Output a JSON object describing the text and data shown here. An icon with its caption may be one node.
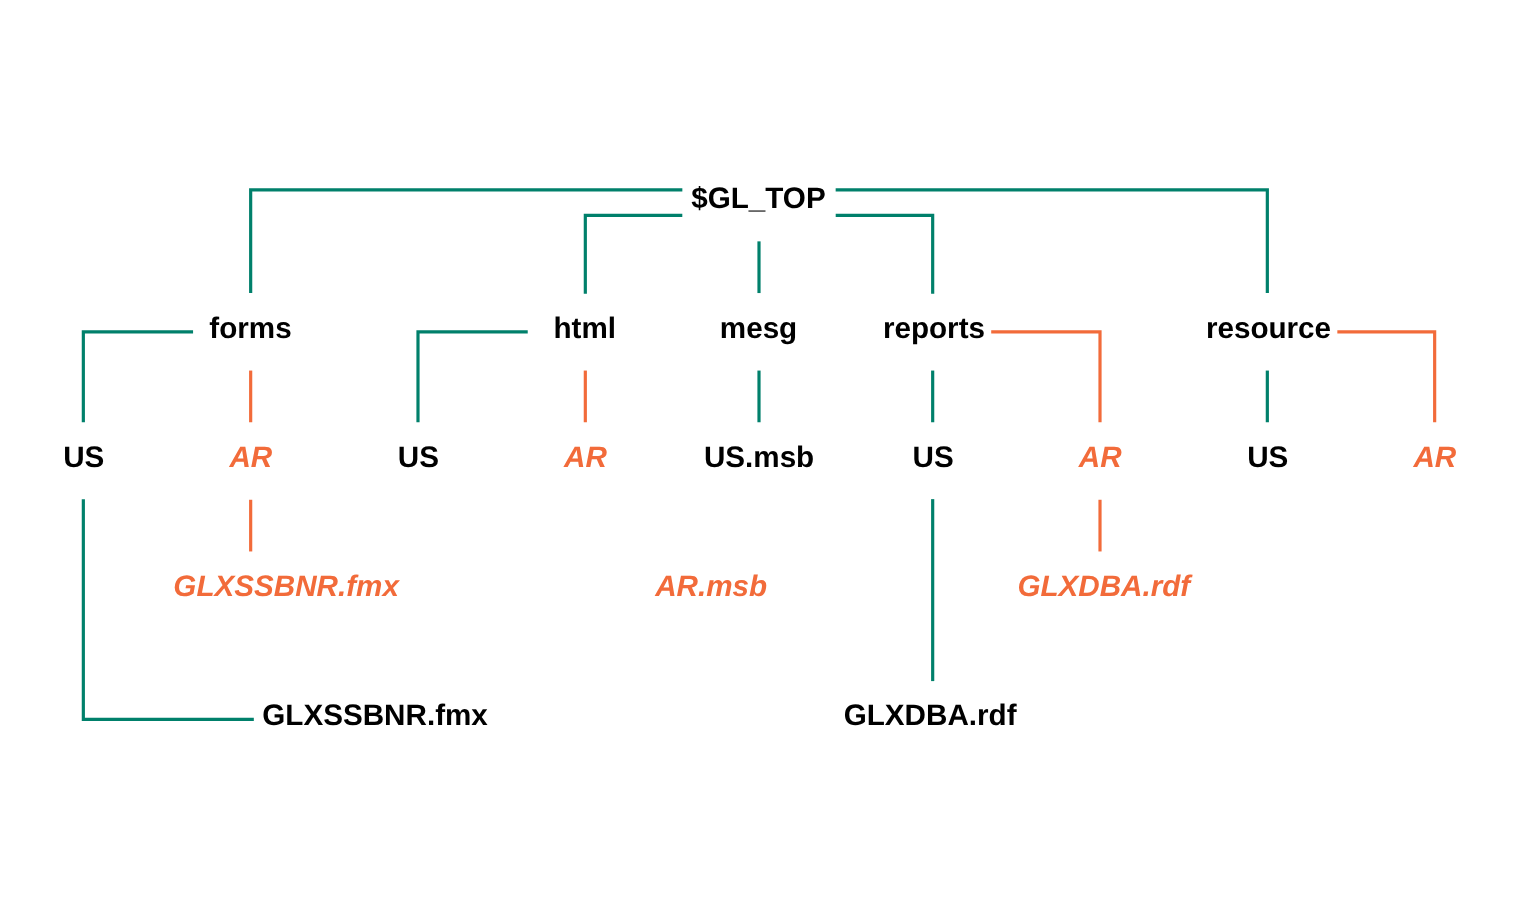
{
  "diagram": {
    "nodes": [
      {
        "text": [
          "$GL_TOP"
        ]
      },
      {
        "text": [
          "forms"
        ]
      },
      {
        "text": [
          "html"
        ]
      },
      {
        "text": [
          "mesg"
        ]
      },
      {
        "text": [
          "reports"
        ]
      },
      {
        "text": [
          "resource"
        ]
      },
      {
        "text": [
          "US"
        ]
      },
      {
        "text": [
          "AR"
        ]
      },
      {
        "text": [
          "US"
        ]
      },
      {
        "text": [
          "AR"
        ]
      },
      {
        "text": [
          "US.msb"
        ]
      },
      {
        "text": [
          "AR.msb"
        ]
      },
      {
        "text": [
          "US"
        ]
      },
      {
        "text": [
          "AR"
        ]
      },
      {
        "text": [
          "US"
        ]
      },
      {
        "text": [
          "AR"
        ]
      },
      {
        "text": [
          "GLXSSBNR.fmx"
        ]
      },
      {
        "text": [
          "GLXSSBNR.fmx"
        ]
      },
      {
        "text": [
          "GLXDBA.rdf"
        ]
      },
      {
        "text": [
          "GLXDBA.rdf"
        ]
      }
    ],
    "edges": [
      {
        "from": 0,
        "to": 1,
        "arrow": "none"
      },
      {
        "from": 0,
        "to": 2,
        "arrow": "none"
      },
      {
        "from": 0,
        "to": 3,
        "arrow": "none"
      },
      {
        "from": 0,
        "to": 4,
        "arrow": "none"
      },
      {
        "from": 0,
        "to": 5,
        "arrow": "none"
      },
      {
        "from": 1,
        "to": 6,
        "arrow": "none"
      },
      {
        "from": 1,
        "to": 7,
        "arrow": "none",
        "color": "#f26b3a"
      },
      {
        "from": 2,
        "to": 8,
        "arrow": "none"
      },
      {
        "from": 2,
        "to": 9,
        "arrow": "none",
        "color": "#f26b3a"
      },
      {
        "from": 3,
        "to": 10,
        "arrow": "none"
      },
      {
        "from": 4,
        "to": 12,
        "arrow": "none"
      },
      {
        "from": 4,
        "to": 13,
        "arrow": "none",
        "color": "#f26b3a"
      },
      {
        "from": 5,
        "to": 14,
        "arrow": "none"
      },
      {
        "from": 5,
        "to": 15,
        "arrow": "none",
        "color": "#f26b3a"
      },
      {
        "from": 7,
        "to": 16,
        "arrow": "none",
        "color": "#f26b3a"
      },
      {
        "from": 6,
        "to": 17,
        "arrow": "none"
      },
      {
        "from": 13,
        "to": 18,
        "arrow": "none",
        "color": "#f26b3a"
      },
      {
        "from": 12,
        "to": 19,
        "arrow": "none"
      }
    ]
  }
}
